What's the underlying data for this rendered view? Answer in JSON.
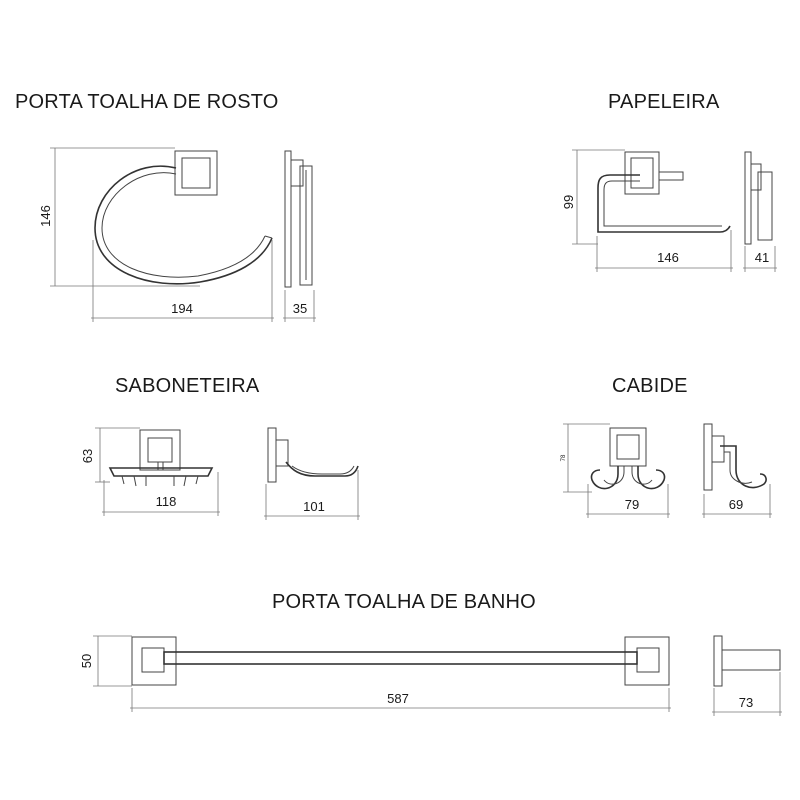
{
  "titles": {
    "porta_toalha_rosto": "PORTA TOALHA DE ROSTO",
    "papeleira": "PAPELEIRA",
    "saboneteira": "SABONETEIRA",
    "cabide": "CABIDE",
    "porta_toalha_banho": "PORTA TOALHA DE BANHO"
  },
  "dimensions": {
    "rosto_height": "146",
    "rosto_width": "194",
    "rosto_depth": "35",
    "papeleira_height": "99",
    "papeleira_width": "146",
    "papeleira_depth": "41",
    "saboneteira_height": "63",
    "saboneteira_width": "118",
    "saboneteira_depth": "101",
    "cabide_height": "78",
    "cabide_width": "79",
    "cabide_depth": "69",
    "banho_height": "50",
    "banho_width": "587",
    "banho_depth": "73"
  },
  "colors": {
    "line": "#444444",
    "text": "#1a1a1a",
    "background": "#ffffff"
  }
}
